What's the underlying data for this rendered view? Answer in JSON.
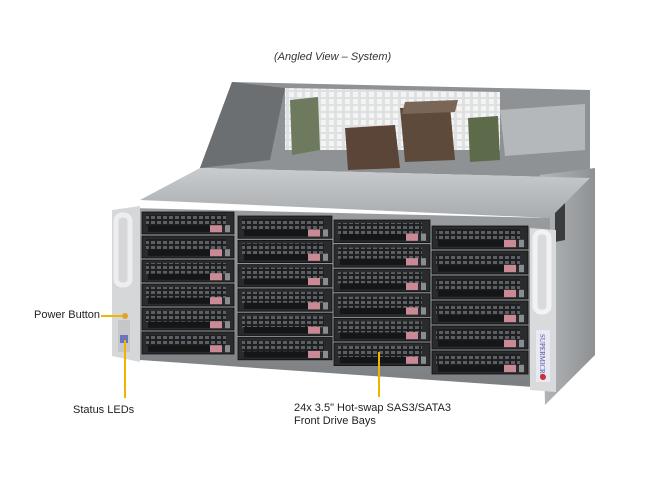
{
  "caption": "(Angled View – System)",
  "callouts": {
    "power_button": "Power Button",
    "status_leds": "Status LEDs",
    "drive_bays_line1": "24x 3.5\" Hot-swap SAS3/SATA3",
    "drive_bays_line2": "Front Drive Bays"
  },
  "product": {
    "type": "4U storage server chassis",
    "drive_bays": {
      "rows": 6,
      "columns": 4,
      "total": 24
    },
    "brand_label": "SUPERMICRO"
  },
  "colors": {
    "leader_line": "#f0b400",
    "drive_release_tab": "#c98a96",
    "chassis": "#b9bcbf"
  }
}
